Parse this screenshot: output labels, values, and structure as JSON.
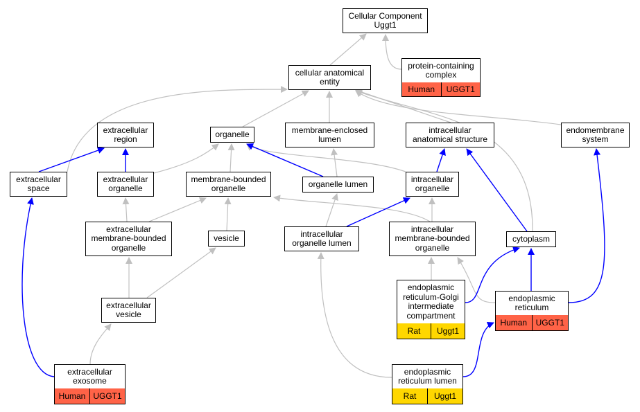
{
  "colors": {
    "is_a_edge": "#c0c0c0",
    "part_of_edge": "#0000ff",
    "human_tag": "#ff6347",
    "rat_tag": "#ffd700"
  },
  "nodes": {
    "cellular_component": "Cellular Component\nUggt1",
    "cellular_anatomical_entity": "cellular anatomical\nentity",
    "protein_containing_complex": "protein-containing\ncomplex",
    "extracellular_region": "extracellular\nregion",
    "organelle": "organelle",
    "membrane_enclosed_lumen": "membrane-enclosed\nlumen",
    "intracellular_anatomical_structure": "intracellular\nanatomical structure",
    "endomembrane_system": "endomembrane\nsystem",
    "extracellular_space": "extracellular\nspace",
    "extracellular_organelle": "extracellular\norganelle",
    "membrane_bounded_organelle": "membrane-bounded\norganelle",
    "organelle_lumen": "organelle lumen",
    "intracellular_organelle": "intracellular\norganelle",
    "extracellular_membrane_bounded_organelle": "extracellular\nmembrane-bounded\norganelle",
    "vesicle": "vesicle",
    "intracellular_organelle_lumen": "intracellular\norganelle lumen",
    "intracellular_membrane_bounded_organelle": "intracellular\nmembrane-bounded\norganelle",
    "cytoplasm": "cytoplasm",
    "extracellular_vesicle": "extracellular\nvesicle",
    "er_golgi_intermediate_compartment": "endoplasmic\nreticulum-Golgi\nintermediate\ncompartment",
    "endoplasmic_reticulum": "endoplasmic\nreticulum",
    "extracellular_exosome": "extracellular\nexosome",
    "endoplasmic_reticulum_lumen": "endoplasmic\nreticulum lumen"
  },
  "annotations": {
    "protein_containing_complex": {
      "species": "Human",
      "gene": "UGGT1"
    },
    "er_golgi_intermediate_compartment": {
      "species": "Rat",
      "gene": "Uggt1"
    },
    "endoplasmic_reticulum": {
      "species": "Human",
      "gene": "UGGT1"
    },
    "extracellular_exosome": {
      "species": "Human",
      "gene": "UGGT1"
    },
    "endoplasmic_reticulum_lumen": {
      "species": "Rat",
      "gene": "Uggt1"
    }
  }
}
